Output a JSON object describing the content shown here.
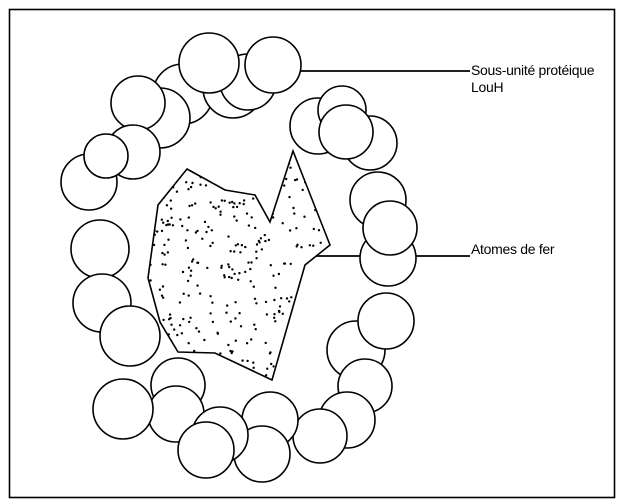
{
  "figure": {
    "border_color": "#000000",
    "background": "#ffffff"
  },
  "labels": {
    "protein_subunit": {
      "line1": "Sous-unité  protéique",
      "line2": "LouH"
    },
    "iron_atoms": "Atomes de fer"
  },
  "shell": {
    "subunit_fill": "#ffffff",
    "subunit_stroke": "#000000"
  },
  "core": {
    "fill": "#ffffff",
    "stroke": "#000000",
    "dot_color": "#000000",
    "pattern": "stippled"
  }
}
